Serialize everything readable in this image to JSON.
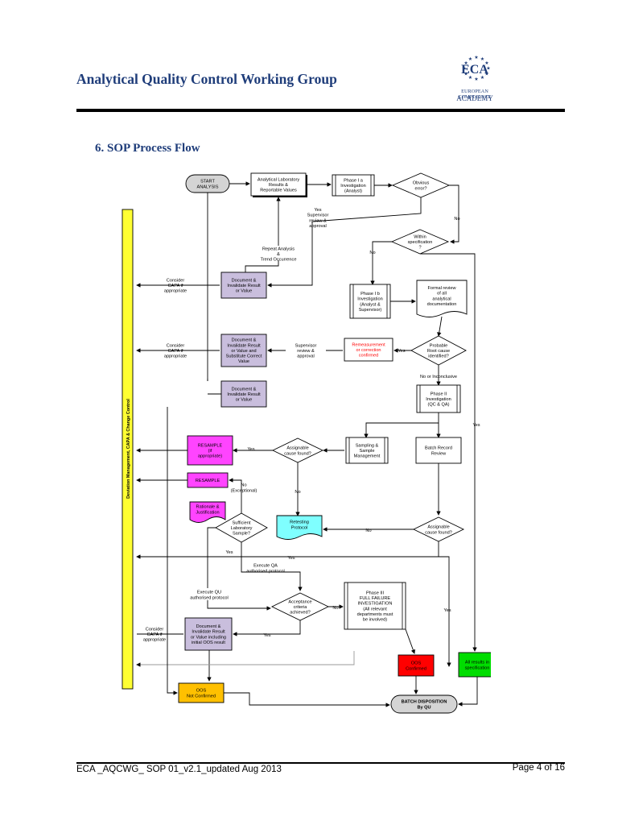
{
  "header": {
    "title": "Analytical Quality Control Working Group",
    "logo": {
      "mark": "ECA",
      "line1": "EUROPEAN COMPLIANCE",
      "line2": "ACADEMY",
      "star_color": "#1f3d7a"
    }
  },
  "section_title": "6.  SOP Process Flow",
  "flow": {
    "sidebar": "Deviation Management, CAPA & Change Control",
    "start": "START\nANALYSIS",
    "lab_results": "Analytical Laboratory\nResults &\nReportable Values",
    "phase1a": "Phase I a\nInvestigation\n(Analyst)",
    "obvious_error": "Obvious\nerror?",
    "yes_supervisor": "Yes\nSupervisor\nreview &\napproval",
    "no1": "No",
    "within_spec": "Within\nspecification\n?",
    "repeat_analysis": "Repeat Analysis\n&\nTrend Occurrence",
    "no2": "No",
    "consider1": "Consider\nCAPA if\nappropriate",
    "doc1": "Document &\nInvalidate Result\nor Value",
    "phase1b": "Phase I b\nInvestigation\n(Analyst &\nSupervisor)",
    "formal_review": "Formal review\nof all\nanalytical\ndocumentation",
    "consider2": "Consider\nCAPA if\nappropriate",
    "doc2": "Document &\nInvalidate Result\nor Value and\nSubstitute Correct\nValue",
    "supervisor2": "Supervisor\nreview &\napproval",
    "remeasure": "Remeasurement\nor correction\nconfirmed",
    "yes2": "Yes",
    "probable": "Probable\nRoot cause\nidentified?",
    "no_inconclusive": "No or Inconclusive",
    "doc3": "Document &\nInvalidate Result\nor Value",
    "phase2": "Phase II\nInvestigation\n(QC & QA)",
    "yes_right": "Yes",
    "resample1": "RESAMPLE\n(if\nappropriate)",
    "yes3": "Yes",
    "assignable1": "Assignable\ncause found?",
    "sampling": "Sampling &\nSample\nManagement",
    "batch_review": "Batch Record\nReview",
    "resample2": "RESAMPLE",
    "no_exceptional": "No\n(Exceptional)",
    "no3": "No",
    "rationale": "Rationale &\nJustification",
    "sufficient": "Sufficient\nLaboratory\nSample?",
    "retesting": "Retesting\nProtocol",
    "no4": "No",
    "assignable2": "Assignable\ncause found?",
    "yes4": "Yes",
    "yes5": "Yes",
    "execute_qa": "Execute QA\nauthorised protocol",
    "execute_qu": "Execute QU\nauthorised protocol",
    "acceptance": "Acceptance\ncriteria\nachieved?",
    "no5": "No",
    "phase3": "Phase III\nFULL FAILURE\nINVESTIGATION\n(All relevant\ndepartments must\nbe involved)",
    "yes6": "Yes",
    "consider3": "Consider\nCAPA if\nappropriate",
    "doc4": "Document &\nInvalidate Result\nor Value including\ninitial OOS result",
    "yes7": "Yes",
    "oos_confirmed": "OOS\nConfirmed",
    "all_results": "All results in\nspecification",
    "oos_not": "OOS\nNot Confirmed",
    "batch_disposition": "BATCH DISPOSITION\nBy QU",
    "colors": {
      "grey": "#d4d4d4",
      "purple": "#c9bedd",
      "magenta": "#ff44ff",
      "cyan": "#7fffff",
      "red": "#ff0000",
      "green": "#00dd00",
      "orange": "#ffc000",
      "yellow": "#ffff33",
      "red_text": "#ff0000"
    }
  },
  "footer": {
    "left": "ECA _AQCWG_ SOP 01_v2.1_updated Aug 2013",
    "right": "Page 4 of 16"
  }
}
